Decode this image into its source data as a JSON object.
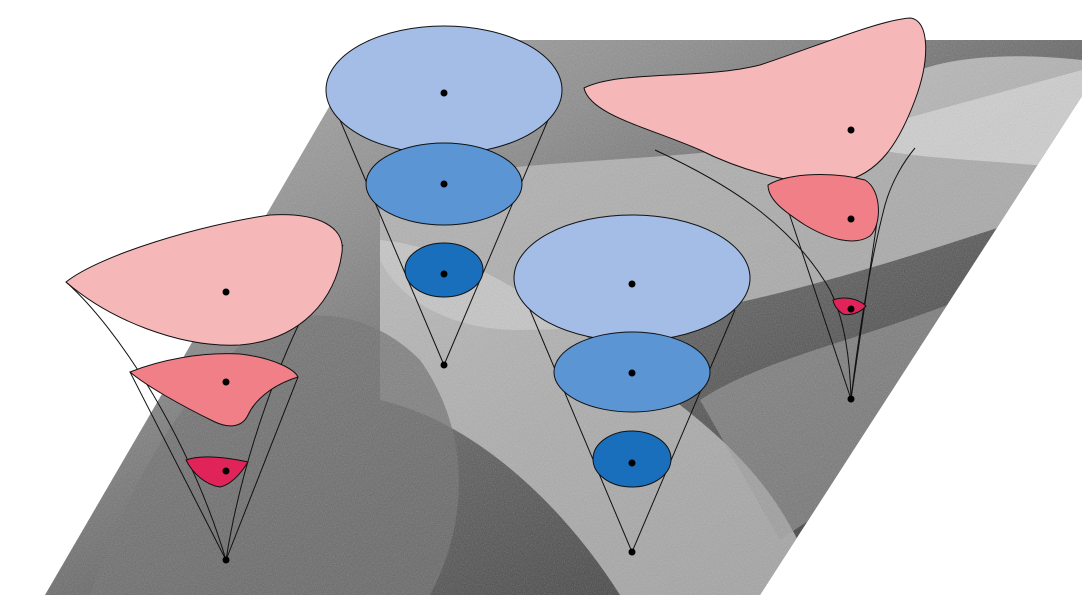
{
  "background": {
    "description_free": true,
    "tones": [
      "#1e1e1e",
      "#4a4a4a",
      "#7a7a7a",
      "#a8a8a8",
      "#d2d2d2"
    ]
  },
  "palette": {
    "pink_light": "#f6b7b9",
    "pink_mid": "#f07f88",
    "pink_dark": "#e0245a",
    "blue_light": "#a3bde6",
    "blue_mid": "#5b95d3",
    "blue_dark": "#1a6fbd",
    "outline": "#111111"
  },
  "cones": [
    {
      "id": "anisotropic-left",
      "style": "pink",
      "levels": 3
    },
    {
      "id": "isotropic-top",
      "style": "blue",
      "levels": 3
    },
    {
      "id": "isotropic-center",
      "style": "blue",
      "levels": 3
    },
    {
      "id": "anisotropic-right",
      "style": "pink",
      "levels": 3
    }
  ]
}
